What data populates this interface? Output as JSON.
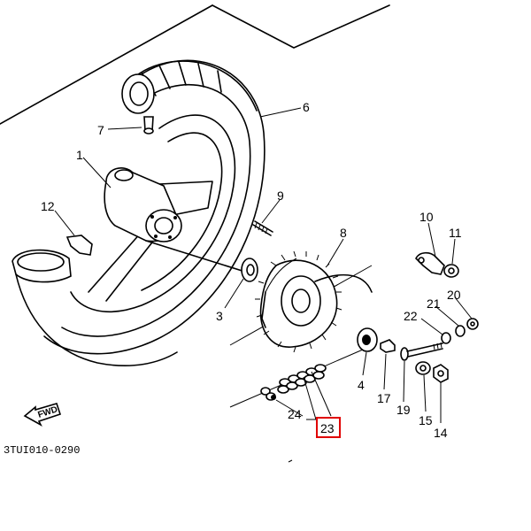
{
  "diagram": {
    "drawing_code": "3TUI010-0290",
    "fwd_label": "FWD",
    "highlight_color": "#e00000",
    "parts": [
      {
        "id": "p1",
        "label": "1"
      },
      {
        "id": "p3",
        "label": "3"
      },
      {
        "id": "p4",
        "label": "4"
      },
      {
        "id": "p6",
        "label": "6"
      },
      {
        "id": "p7",
        "label": "7"
      },
      {
        "id": "p8",
        "label": "8"
      },
      {
        "id": "p9",
        "label": "9"
      },
      {
        "id": "p10",
        "label": "10"
      },
      {
        "id": "p11",
        "label": "11"
      },
      {
        "id": "p12",
        "label": "12"
      },
      {
        "id": "p14",
        "label": "14"
      },
      {
        "id": "p15",
        "label": "15"
      },
      {
        "id": "p17",
        "label": "17"
      },
      {
        "id": "p19",
        "label": "19"
      },
      {
        "id": "p20",
        "label": "20"
      },
      {
        "id": "p21",
        "label": "21"
      },
      {
        "id": "p22",
        "label": "22"
      },
      {
        "id": "p23",
        "label": "23",
        "highlighted": true
      },
      {
        "id": "p24",
        "label": "24"
      }
    ]
  }
}
